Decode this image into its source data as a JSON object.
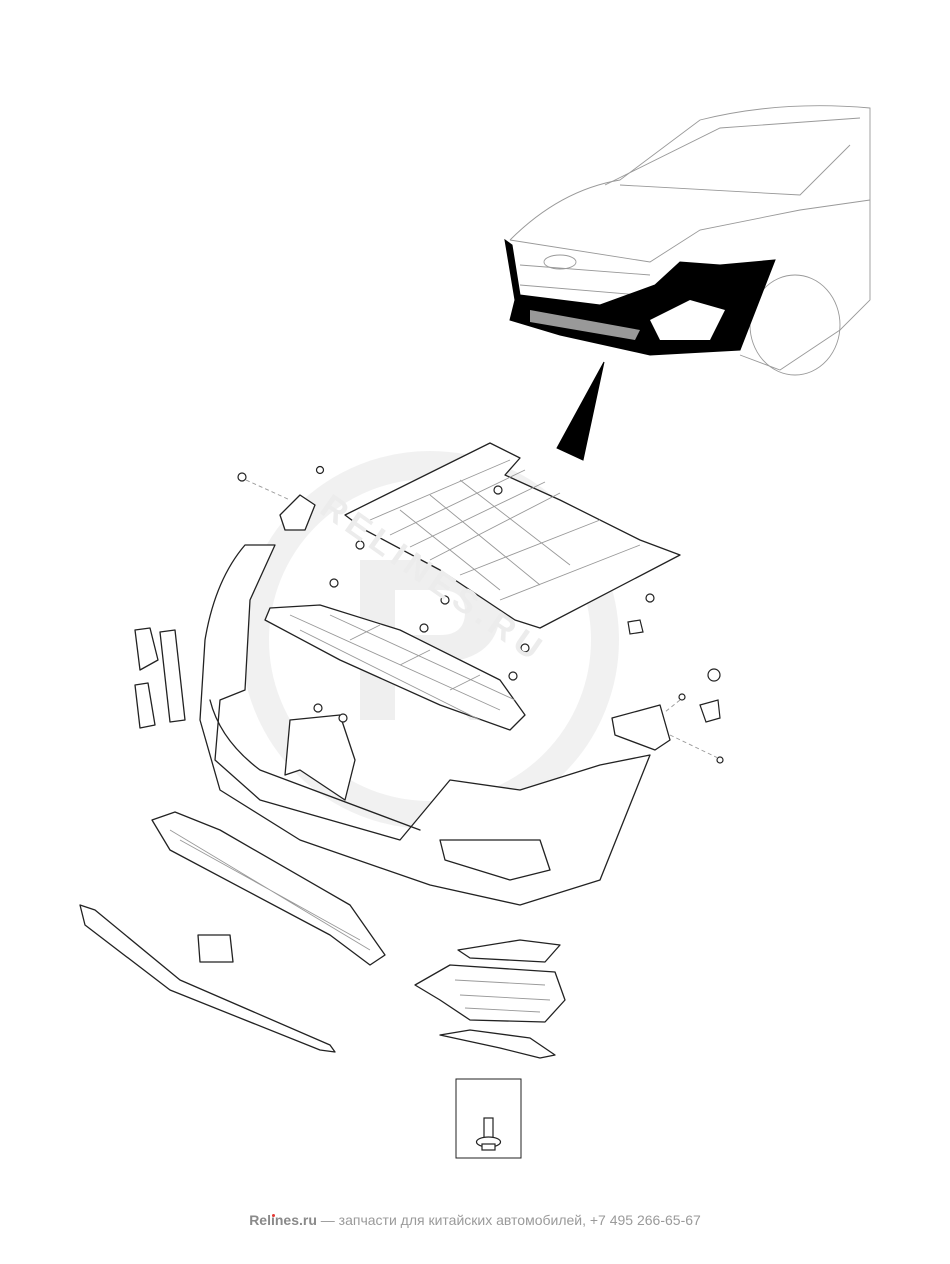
{
  "diagram": {
    "title": "Front bumper and underbody shields exploded view",
    "watermark": "RELINES.RU",
    "accent_color": "#e53935"
  },
  "footer": {
    "brand": "Relines.ru",
    "text": " — запчасти для китайских автомобилей, +7 495 266-65-67"
  }
}
